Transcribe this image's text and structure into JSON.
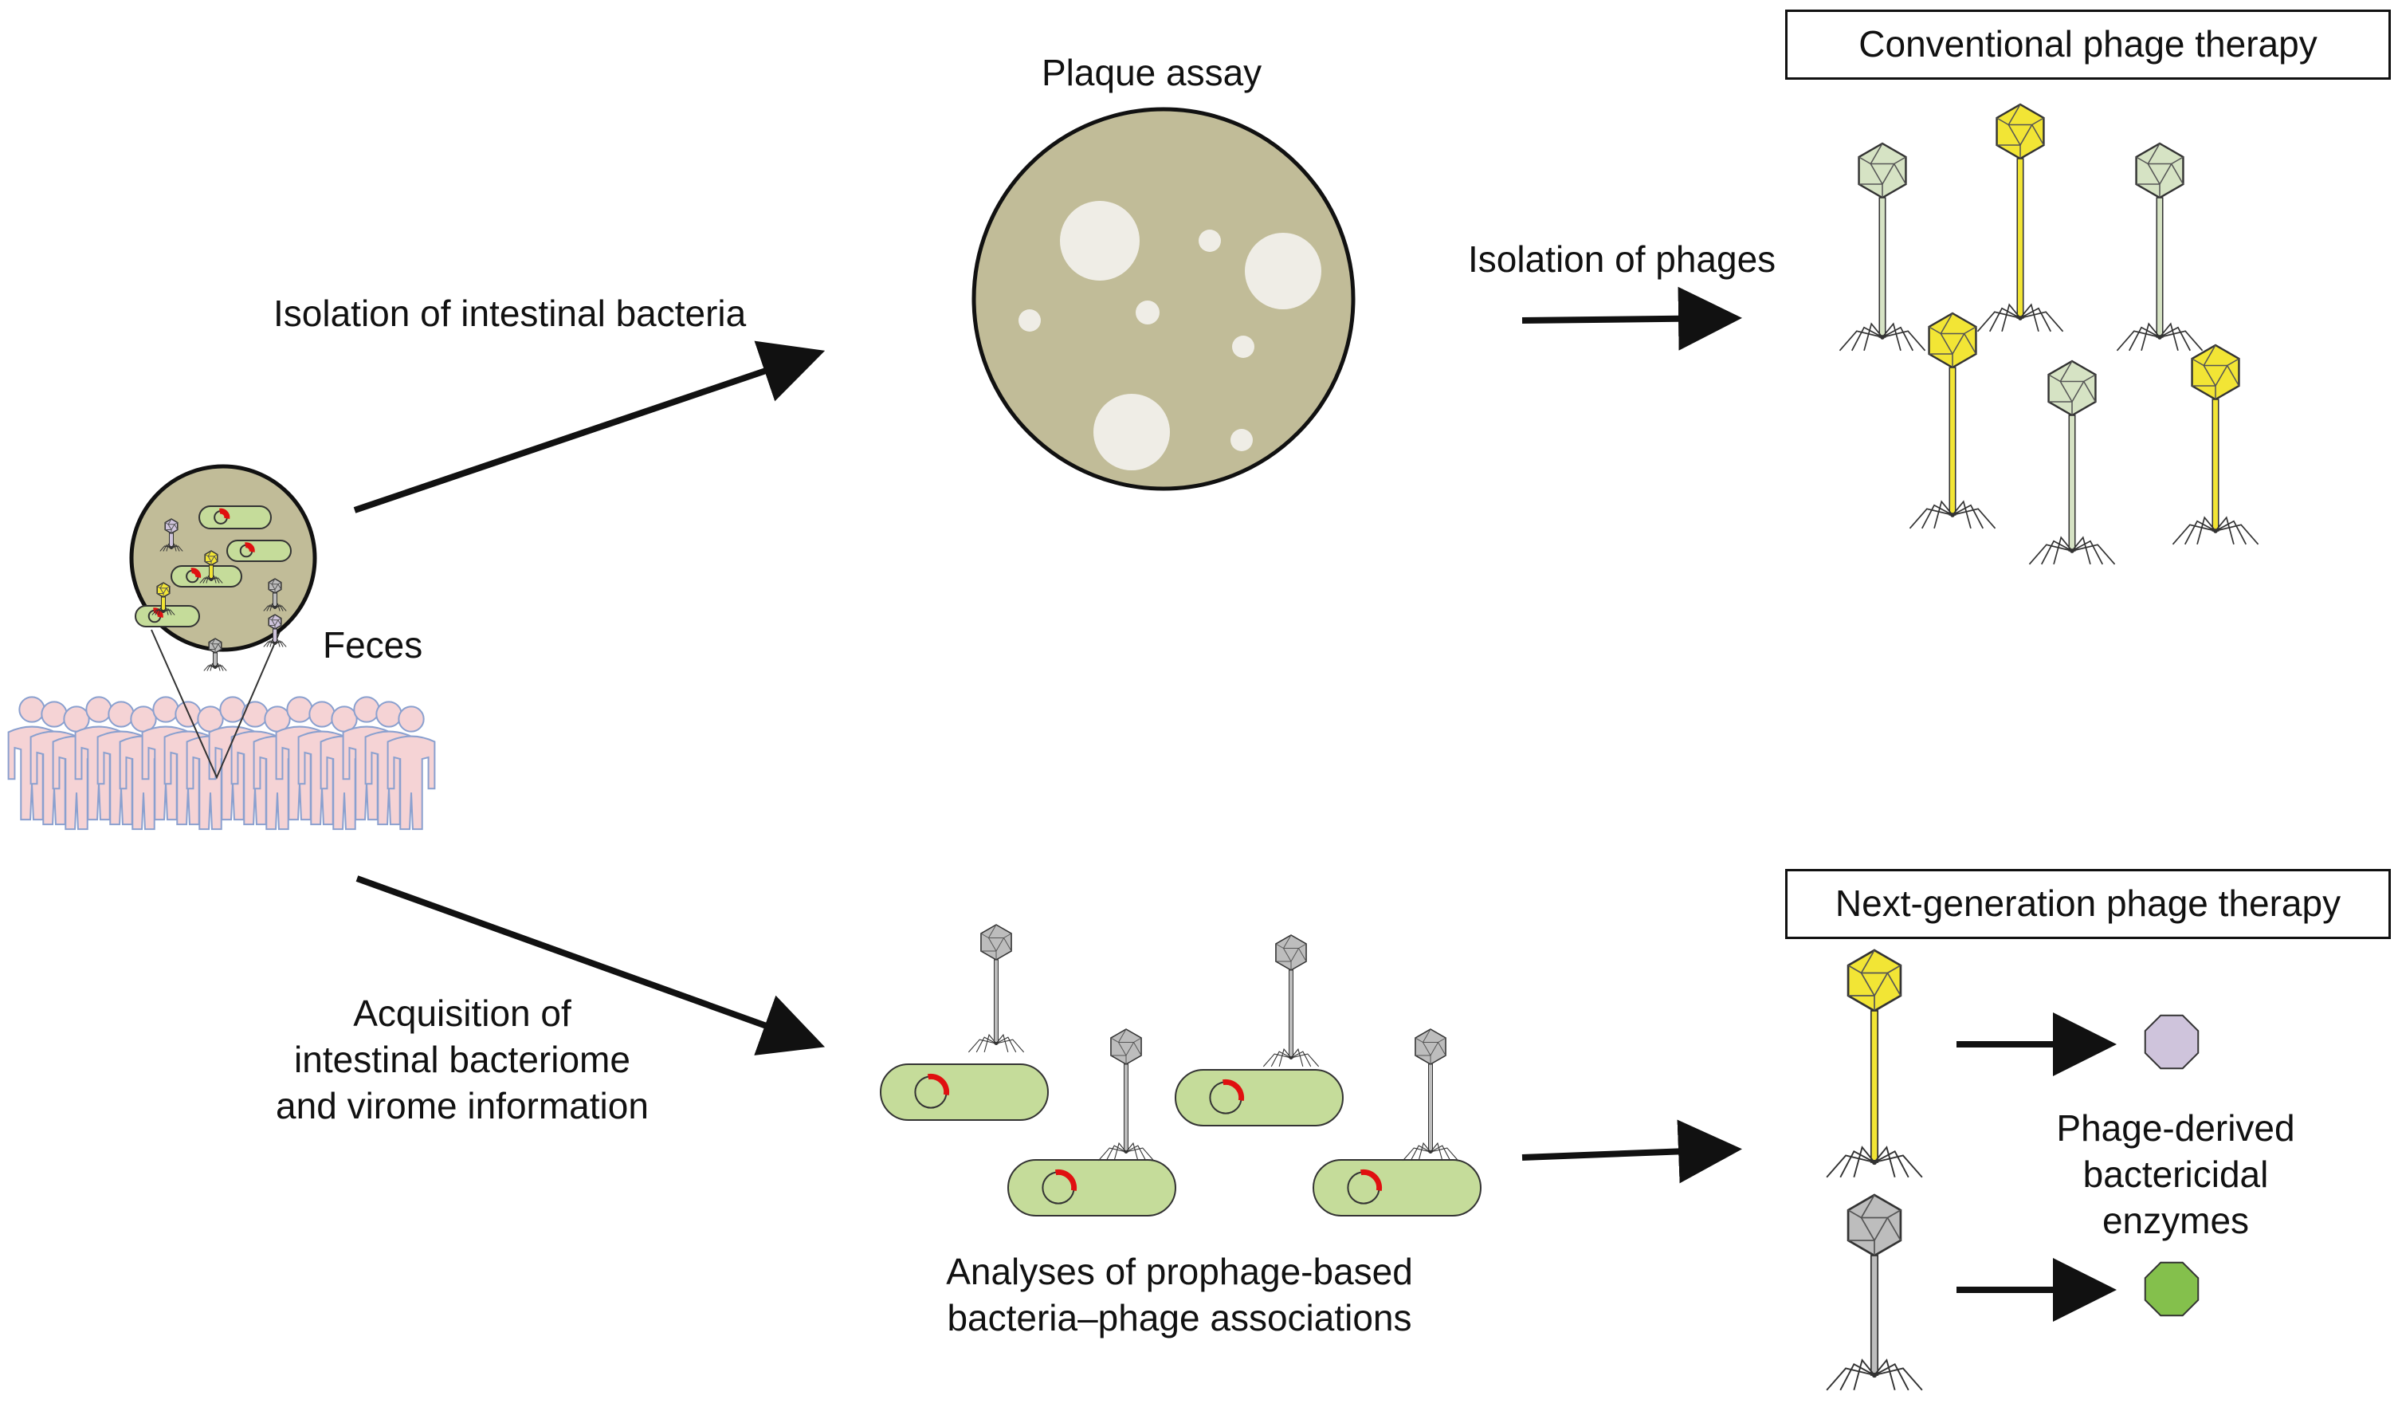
{
  "labels": {
    "plaque_assay": "Plaque assay",
    "conventional": "Conventional phage therapy",
    "isolation_bacteria": "Isolation of intestinal bacteria",
    "isolation_phages": "Isolation of phages",
    "feces": "Feces",
    "next_gen": "Next-generation phage therapy",
    "acquisition": [
      "Acquisition of",
      "intestinal bacteriome",
      "and virome information"
    ],
    "analyses": [
      "Analyses of prophage-based",
      "bacteria–phage associations"
    ],
    "enzymes": [
      "Phage-derived",
      "bactericidal",
      "enzymes"
    ]
  },
  "colors": {
    "plate": "#c1bc98",
    "plaque": "#efede6",
    "bacterium": "#c5dc9a",
    "prophage": "#e01010",
    "phage_yellow": "#f2e535",
    "phage_pale": "#d6e3c4",
    "phage_gray": "#bdbdbd",
    "person": "#f5d3d5",
    "person_outline": "#8aa0cf",
    "enzyme_purple": "#cfc4dc",
    "enzyme_green": "#84c04c"
  }
}
